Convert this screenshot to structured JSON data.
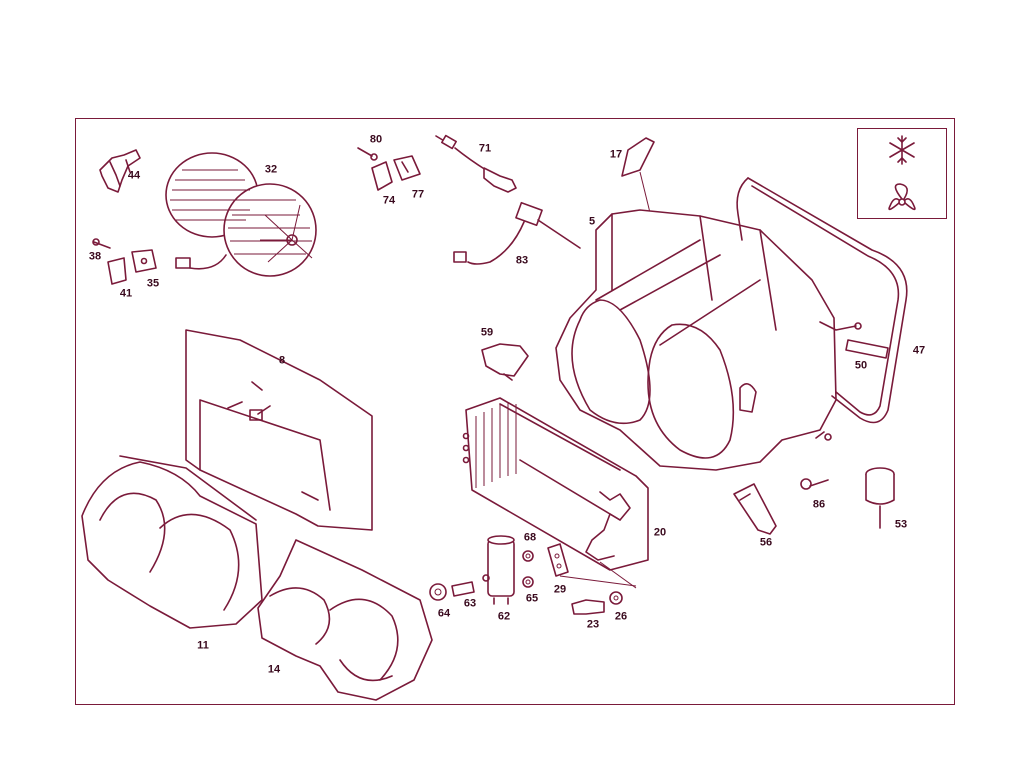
{
  "colors": {
    "line": "#7a1a3a",
    "label": "#3a0a1e",
    "background": "#ffffff"
  },
  "legend": {
    "icons": [
      "snowflake-icon",
      "fan-icon"
    ]
  },
  "callouts": {
    "p80": "80",
    "p71": "71",
    "p17": "17",
    "p44": "44",
    "p32": "32",
    "p74": "74",
    "p77": "77",
    "p5": "5",
    "p38": "38",
    "p35": "35",
    "p41": "41",
    "p83": "83",
    "p47": "47",
    "p59": "59",
    "p8": "8",
    "p50": "50",
    "p20": "20",
    "p86": "86",
    "p53": "53",
    "p56": "56",
    "p68": "68",
    "p29": "29",
    "p64": "64",
    "p63": "63",
    "p65": "65",
    "p62": "62",
    "p23": "23",
    "p26": "26",
    "p11": "11",
    "p14": "14"
  }
}
